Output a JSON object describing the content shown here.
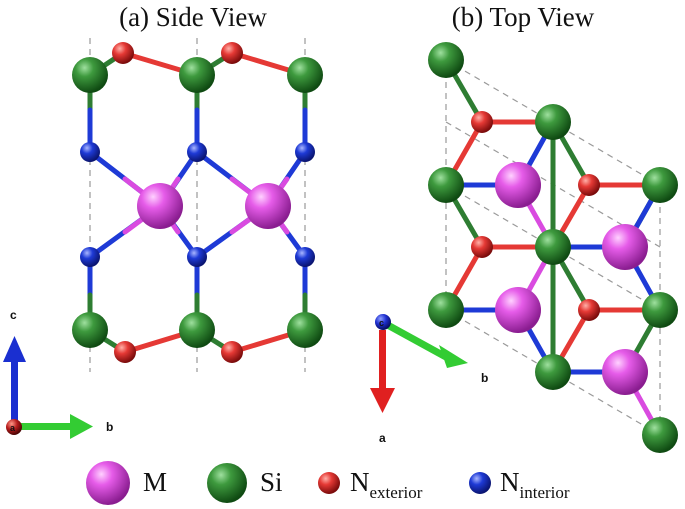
{
  "panels": {
    "side": {
      "title": "(a) Side View"
    },
    "top": {
      "title": "(b) Top View"
    }
  },
  "axes": {
    "side": {
      "vertical": "c",
      "horizontal": "b",
      "origin": "a"
    },
    "top": {
      "origin": "c",
      "down": "a",
      "diagonal": "b"
    }
  },
  "legend": [
    {
      "id": "m",
      "label": "M",
      "subscript": "",
      "color": "#d94be0"
    },
    {
      "id": "si",
      "label": "Si",
      "subscript": "",
      "color": "#2e7d32"
    },
    {
      "id": "n-ext",
      "label": "N",
      "subscript": "exterior",
      "color": "#e53935"
    },
    {
      "id": "n-int",
      "label": "N",
      "subscript": "interior",
      "color": "#1e3ad6"
    }
  ],
  "colors": {
    "M": "#d94be0",
    "Si": "#2e7d32",
    "N_exterior": "#e53935",
    "N_interior": "#1e3ad6",
    "axis_c": "#1a2fd0",
    "axis_b": "#33cc33",
    "axis_a": "#e02020"
  }
}
